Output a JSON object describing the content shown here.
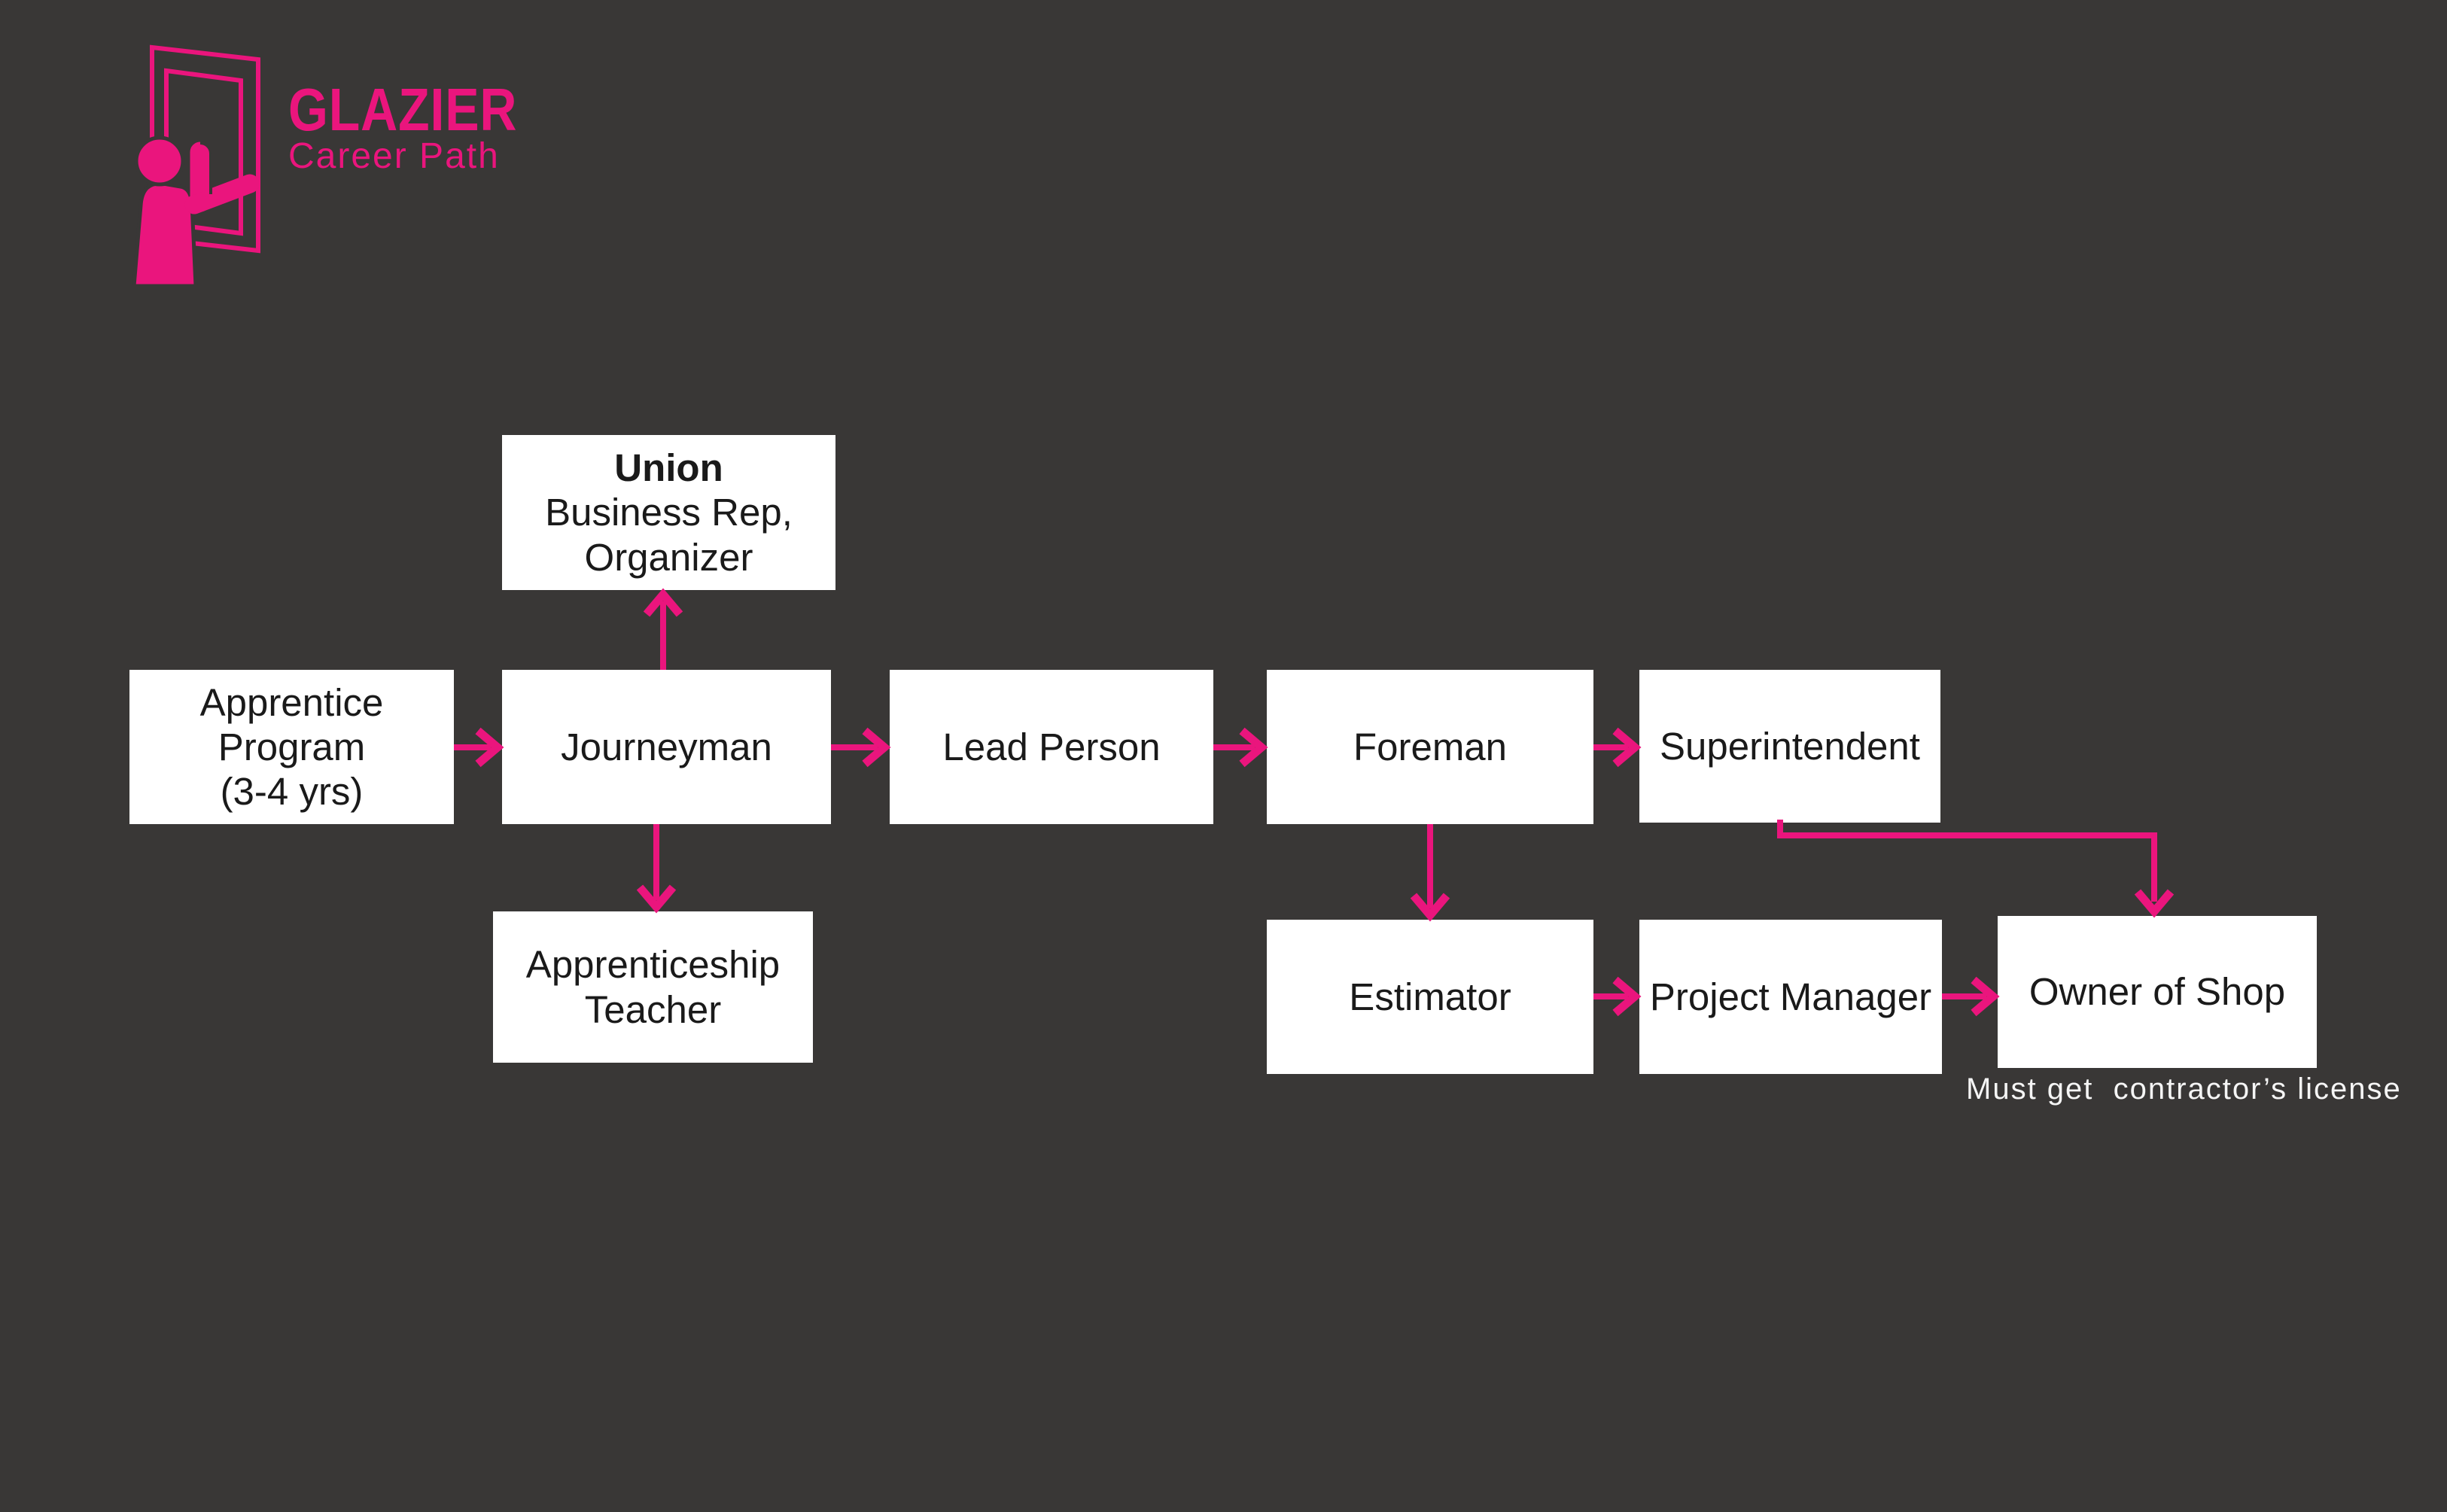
{
  "header": {
    "title": "GLAZIER",
    "subtitle": "Career Path"
  },
  "colors": {
    "background": "#393736",
    "accent_pink": "#EA157D",
    "box_background": "#FFFFFF",
    "box_text": "#1A1A1A",
    "note_text": "#F5F5F5"
  },
  "logo": {
    "description": "person installing window frame"
  },
  "diagram": {
    "boxes": {
      "union": {
        "title": "Union",
        "subtitle_line1": "Business Rep,",
        "subtitle_line2": "Organizer"
      },
      "apprentice_program": {
        "line1": "Apprentice",
        "line2": "Program",
        "line3": "(3-4 yrs)"
      },
      "journeyman": {
        "label": "Journeyman"
      },
      "lead_person": {
        "label": "Lead Person"
      },
      "foreman": {
        "label": "Foreman"
      },
      "superintendent": {
        "label": "Superintendent"
      },
      "apprenticeship_teacher": {
        "line1": "Apprenticeship",
        "line2": "Teacher"
      },
      "estimator": {
        "label": "Estimator"
      },
      "project_manager": {
        "label": "Project Manager"
      },
      "owner_of_shop": {
        "label": "Owner of Shop"
      }
    },
    "note": "Must get  contractor’s license",
    "connections": [
      "Apprentice Program → Journeyman",
      "Journeyman → Union Business Rep, Organizer",
      "Journeyman → Apprenticeship Teacher",
      "Journeyman → Lead Person",
      "Lead Person → Foreman",
      "Foreman → Superintendent",
      "Foreman → Estimator",
      "Estimator → Project Manager",
      "Project Manager → Owner of Shop",
      "Superintendent → Owner of Shop"
    ]
  }
}
